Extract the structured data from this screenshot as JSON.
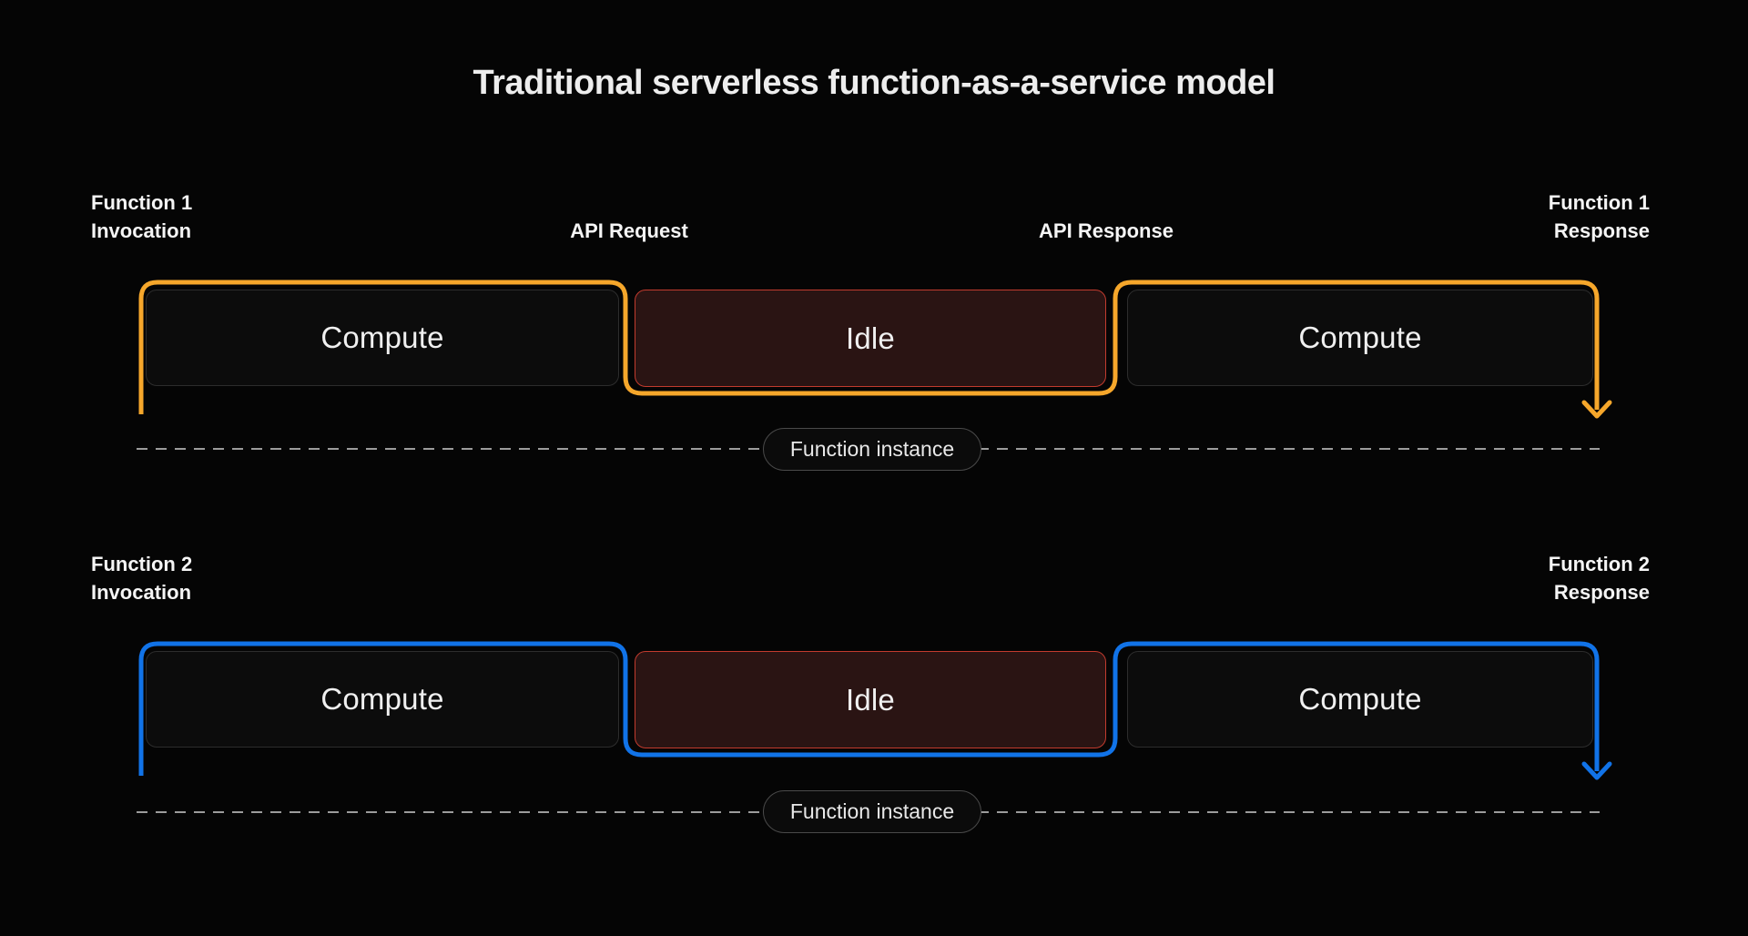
{
  "title": "Traditional serverless function-as-a-service model",
  "colors": {
    "background": "#050505",
    "fn1": "#F6A72B",
    "fn2": "#1173E8",
    "idle_bg": "#2A1413",
    "idle_border": "#C23B2E",
    "box_bg": "#0C0C0C",
    "box_border": "#2D2D2D",
    "dash": "#9C9C9C",
    "pill_bg": "#0B0B0B",
    "pill_border": "#4A4A4A",
    "text": "#F2F2F2"
  },
  "row1": {
    "invocation_line1": "Function 1",
    "invocation_line2": "Invocation",
    "api_request": "API Request",
    "api_response": "API Response",
    "response_line1": "Function 1",
    "response_line2": "Response",
    "segment1": "Compute",
    "segment2": "Idle",
    "segment3": "Compute",
    "instance_label": "Function instance"
  },
  "row2": {
    "invocation_line1": "Function 2",
    "invocation_line2": "Invocation",
    "response_line1": "Function 2",
    "response_line2": "Response",
    "segment1": "Compute",
    "segment2": "Idle",
    "segment3": "Compute",
    "instance_label": "Function instance"
  }
}
